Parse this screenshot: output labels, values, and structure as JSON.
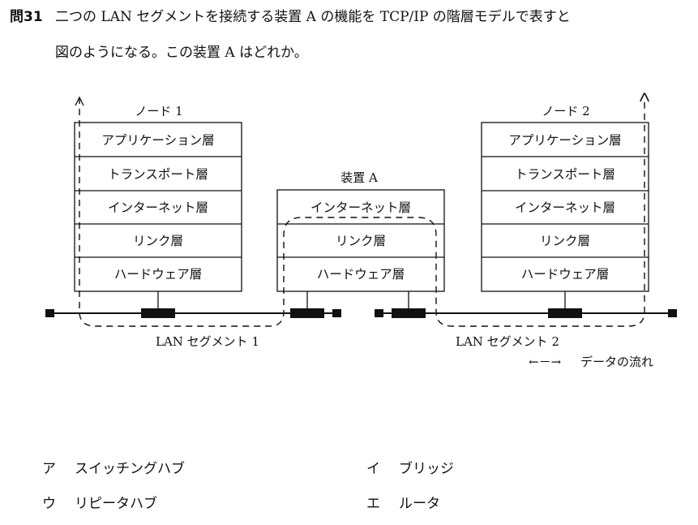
{
  "question": {
    "number": "問31",
    "line1": "二つの LAN セグメントを接続する装置 A の機能を TCP/IP の階層モデルで表すと",
    "line2": "図のようになる。この装置 A はどれか。"
  },
  "diagram": {
    "node1": {
      "label": "ノード 1",
      "layers": [
        "アプリケーション層",
        "トランスポート層",
        "インターネット層",
        "リンク層",
        "ハードウェア層"
      ]
    },
    "device_a": {
      "label": "装置 A",
      "layers": [
        "インターネット層",
        "リンク層",
        "ハードウェア層"
      ]
    },
    "node2": {
      "label": "ノード 2",
      "layers": [
        "アプリケーション層",
        "トランスポート層",
        "インターネット層",
        "リンク層",
        "ハードウェア層"
      ]
    },
    "segment1_label": "LAN セグメント 1",
    "segment2_label": "LAN セグメント 2",
    "legend_arrow": "←－→",
    "legend_label": "データの流れ"
  },
  "choices": [
    {
      "mark": "ア",
      "text": "スイッチングハブ"
    },
    {
      "mark": "イ",
      "text": "ブリッジ"
    },
    {
      "mark": "ウ",
      "text": "リピータハブ"
    },
    {
      "mark": "エ",
      "text": "ルータ"
    }
  ]
}
